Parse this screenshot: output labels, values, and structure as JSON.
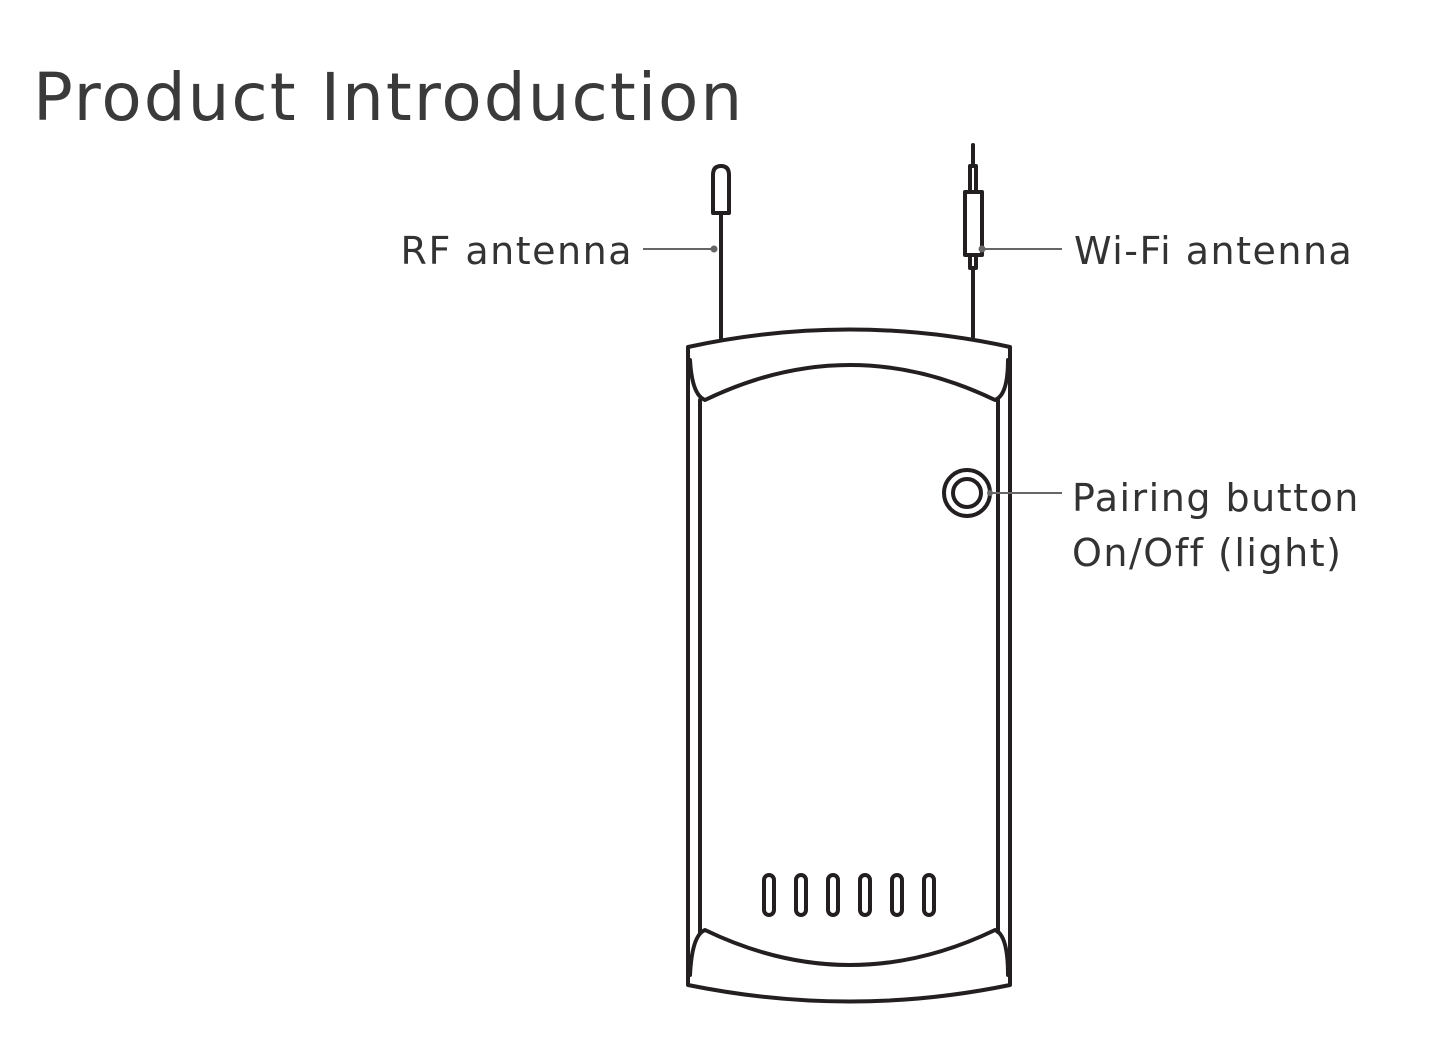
{
  "title": "Product Introduction",
  "labels": {
    "rf_antenna": "RF antenna",
    "wifi_antenna": "Wi-Fi antenna",
    "pairing_button": "Pairing button",
    "pairing_button_sub": "On/Off (light)"
  },
  "colors": {
    "text": "#333333",
    "line": "#231f20",
    "leader": "#666666"
  }
}
